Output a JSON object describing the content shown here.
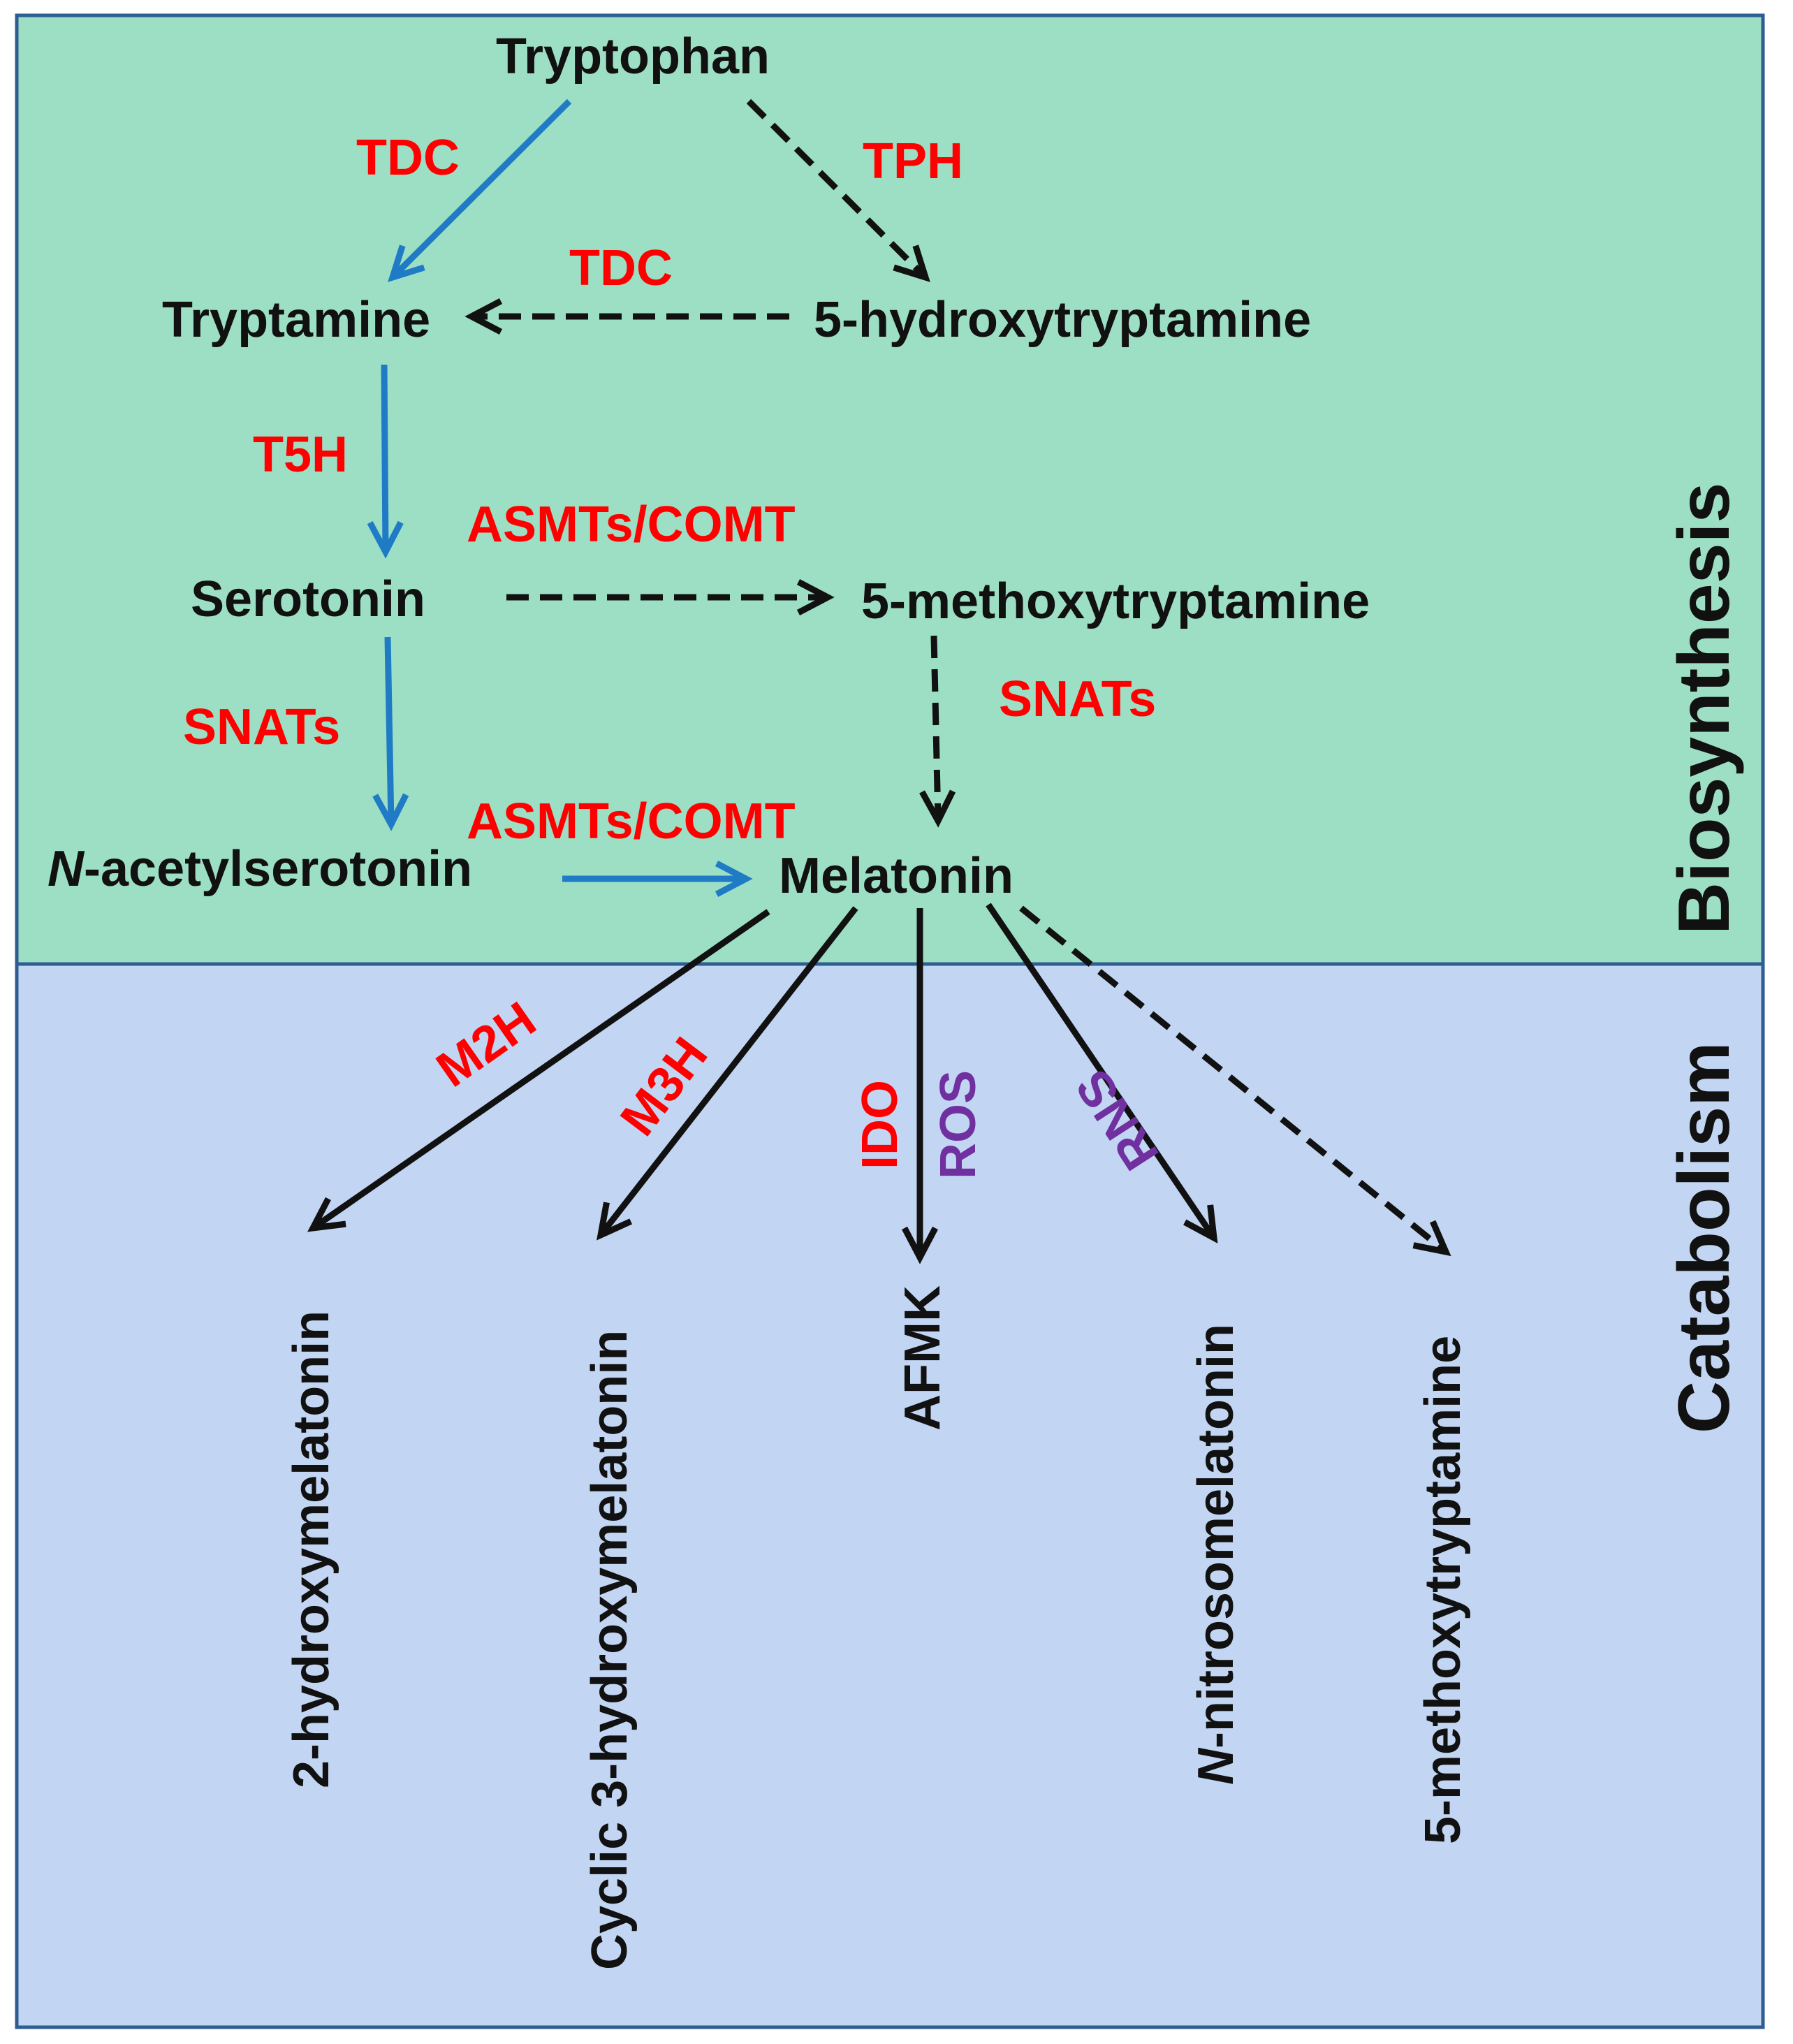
{
  "colors": {
    "biosynthesis_bg": "#9ddfc4",
    "catabolism_bg": "#c2d5f2",
    "border": "#2e5e91",
    "blue_arrow": "#1f7bc6",
    "black_arrow": "#111111",
    "enzyme_red": "#ff0000",
    "enzyme_purple": "#7030a0"
  },
  "sections": {
    "biosynthesis": "Biosynthesis",
    "catabolism": "Catabolism"
  },
  "compounds": {
    "tryptophan": "Tryptophan",
    "tryptamine": "Tryptamine",
    "hydroxytryptamine": "5-hydroxytryptamine",
    "serotonin": "Serotonin",
    "methoxytryptamine": "5-methoxytryptamine",
    "acetylserotonin_prefix": "N",
    "acetylserotonin_rest": "-acetylserotonin",
    "melatonin": "Melatonin",
    "hydroxymelatonin2": "2-hydroxymelatonin",
    "cyclic3": "Cyclic 3-hydroxymelatonin",
    "afmk": "AFMK",
    "nitrosomelatonin_prefix": "N",
    "nitrosomelatonin_rest": "-nitrosomelatonin",
    "methoxytryptamine_cat": "5-methoxytryptamine"
  },
  "enzymes": {
    "tdc1": "TDC",
    "tph": "TPH",
    "tdc2": "TDC",
    "t5h": "T5H",
    "asmt1": "ASMTs/COMT",
    "snats1": "SNATs",
    "snats2": "SNATs",
    "asmt2": "ASMTs/COMT",
    "m2h": "M2H",
    "m3h": "M3H",
    "ido": "IDO",
    "ros": "ROS",
    "rns": "RNS"
  }
}
